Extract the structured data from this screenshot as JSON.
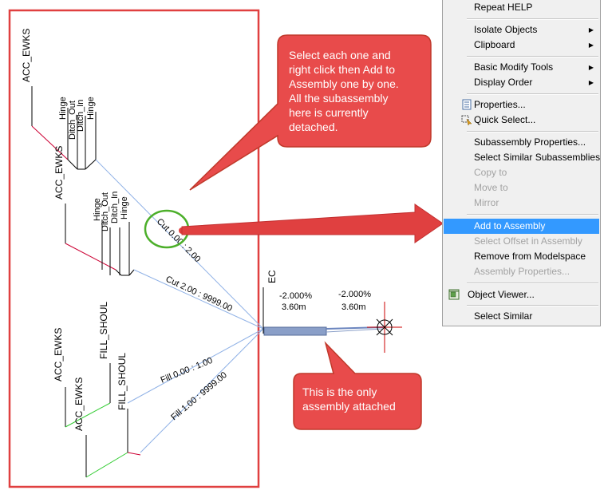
{
  "menu": {
    "items": [
      {
        "label": "Repeat HELP",
        "state": "normal"
      },
      {
        "label": "Isolate Objects",
        "state": "normal",
        "submenu": true
      },
      {
        "label": "Clipboard",
        "state": "normal",
        "submenu": true
      },
      {
        "label": "Basic Modify Tools",
        "state": "normal",
        "submenu": true
      },
      {
        "label": "Display Order",
        "state": "normal",
        "submenu": true
      },
      {
        "label": "Properties...",
        "state": "normal",
        "icon": "properties-icon"
      },
      {
        "label": "Quick Select...",
        "state": "normal",
        "icon": "quick-select-icon"
      },
      {
        "label": "Subassembly Properties...",
        "state": "normal"
      },
      {
        "label": "Select Similar Subassemblies",
        "state": "normal"
      },
      {
        "label": "Copy to",
        "state": "disabled"
      },
      {
        "label": "Move to",
        "state": "disabled"
      },
      {
        "label": "Mirror",
        "state": "disabled"
      },
      {
        "label": "Add to Assembly",
        "state": "highlighted"
      },
      {
        "label": "Select Offset in Assembly",
        "state": "disabled"
      },
      {
        "label": "Remove from Modelspace",
        "state": "normal"
      },
      {
        "label": "Assembly Properties...",
        "state": "disabled"
      },
      {
        "label": "Object Viewer...",
        "state": "normal",
        "icon": "object-viewer-icon"
      },
      {
        "label": "Select Similar",
        "state": "normal"
      }
    ]
  },
  "callouts": {
    "top": [
      "Select each one and",
      "right click then Add to",
      "Assembly one by one.",
      "All the subassembly",
      "here is currently",
      "detached."
    ],
    "bottom": [
      "This is the only",
      "assembly attached"
    ]
  },
  "drawing": {
    "labels": {
      "acc_ewks": "ACC_EWKS",
      "fill_shoul": "FILL_SHOUL",
      "hinge": "Hinge",
      "ditch_out": "Ditch_Out",
      "ditch_in": "Ditch_In",
      "ec": "EC",
      "cut_1": "Cut  0.00 : 2.00",
      "cut_2": "Cut  2.00 : 9999.00",
      "fill_1": "Fill  0.00 : 1.00",
      "fill_2": "Fill  1.00 : 9999.00",
      "slope_left": "-2.000%",
      "width_left": "3.60m",
      "slope_right": "-2.000%",
      "width_right": "3.60m"
    }
  },
  "colors": {
    "annotation_red": "#e04040",
    "callout_fill": "#e84b4b",
    "callout_border": "#c0392b",
    "highlight_circle": "#4caf2a",
    "menu_highlight": "#3399ff",
    "cut_line": "#8fb1e6",
    "red_line": "#cc0033",
    "green_line": "#33cc33"
  }
}
